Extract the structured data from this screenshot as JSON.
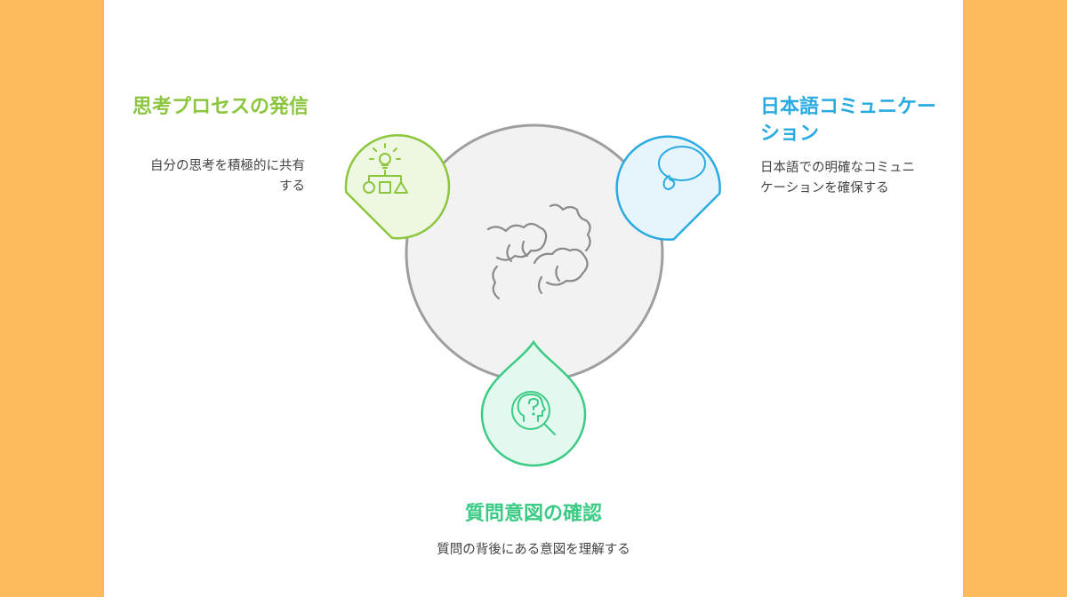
{
  "colors": {
    "background": "#FDBB5E",
    "canvas": "#FFFFFF",
    "hub_fill": "#F2F2F2",
    "hub_stroke": "#9E9E9E",
    "left_accent": "#8CC63F",
    "right_accent": "#29ABE2",
    "bottom_accent": "#3CCB85"
  },
  "hub": {
    "icon": "handshake-icon"
  },
  "nodes": [
    {
      "id": "left",
      "title": "思考プロセスの発信",
      "description": "自分の思考を積極的に共有する",
      "icon": "idea-shapes-icon",
      "color": "#8CC63F"
    },
    {
      "id": "right",
      "title": "日本語コミュニケーション",
      "description": "日本語での明確なコミュニケーションを確保する",
      "icon": "speech-bubble-icon",
      "color": "#29ABE2"
    },
    {
      "id": "bottom",
      "title": "質問意図の確認",
      "description": "質問の背後にある意図を理解する",
      "icon": "head-search-icon",
      "color": "#3CCB85"
    }
  ]
}
